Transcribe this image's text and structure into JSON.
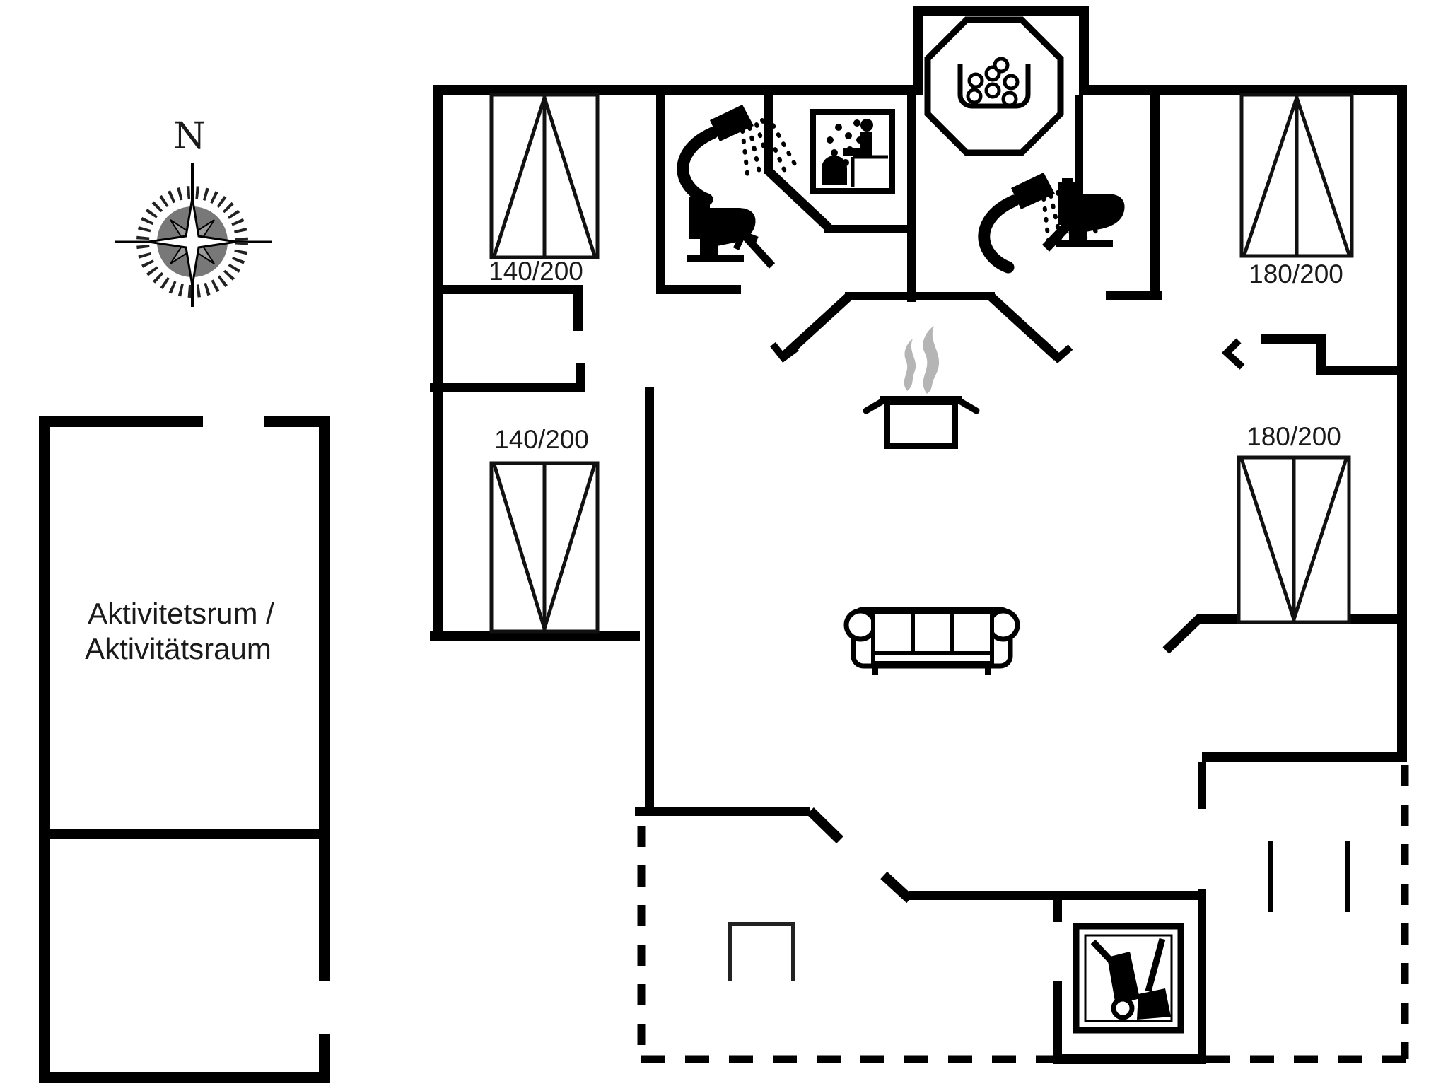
{
  "compass": {
    "label": "N"
  },
  "annex": {
    "room_label_line1": "Aktivitetsrum /",
    "room_label_line2": "Aktivitätsraum"
  },
  "beds": {
    "top_left": "140/200",
    "mid_left": "140/200",
    "top_right": "180/200",
    "mid_right": "180/200"
  },
  "icons": {
    "compass": "compass-rose",
    "shower_left": "shower",
    "toilet_left": "toilet",
    "sauna": "sauna",
    "hot_tub": "hot-tub-whirlpool",
    "shower_right": "shower",
    "toilet_right": "toilet",
    "cooking_pot": "cooking-pot-with-steam",
    "sofa": "three-seat-sofa",
    "wood_stove": "wood-burning-stove-tools"
  },
  "colors": {
    "wall": "#000000",
    "line": "#1a1a1a",
    "steam": "#b5b5b5",
    "text": "#1a1a1a",
    "background": "#ffffff"
  }
}
